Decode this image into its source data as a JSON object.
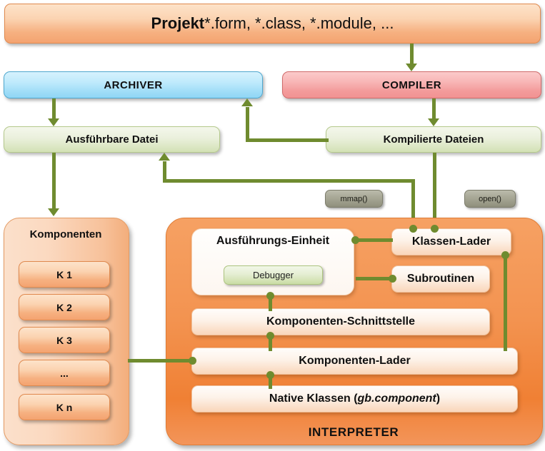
{
  "diagram": {
    "title_project_bold": "Projekt",
    "title_project_rest": " *.form, *.class, *.module, ...",
    "archiver": "ARCHIVER",
    "compiler": "COMPILER",
    "executable_file": "Ausführbare Datei",
    "compiled_files": "Kompilierte Dateien",
    "mmap_label": "mmap()",
    "open_label": "open()",
    "components_panel_title": "Komponenten",
    "components": [
      "K 1",
      "K 2",
      "K 3",
      "...",
      "K n"
    ],
    "interpreter_title": "INTERPRETER",
    "execution_unit": "Ausführungs-Einheit",
    "debugger": "Debugger",
    "class_loader": "Klassen-Lader",
    "subroutines": "Subroutinen",
    "component_interface": "Komponenten-Schnittstelle",
    "component_loader": "Komponenten-Lader",
    "native_classes_pre": "Native Klassen ( ",
    "native_classes_italic": "gb.component",
    "native_classes_post": " )"
  },
  "colors": {
    "connector_green": "#6f8b2f",
    "project_orange": "#f6b181",
    "archiver_blue": "#9edcf7",
    "compiler_red": "#f39a9a",
    "file_green": "#d9e5bf",
    "interpreter_orange": "#f08034",
    "label_grey": "#8f8f7c"
  }
}
